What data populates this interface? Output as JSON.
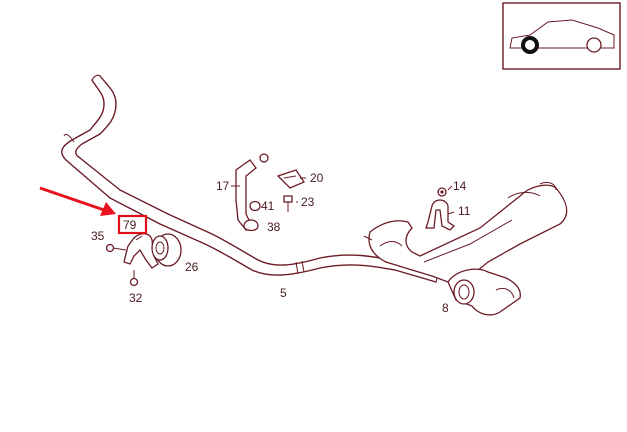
{
  "parts": {
    "p5": "5",
    "p8": "8",
    "p11": "11",
    "p14": "14",
    "p17": "17",
    "p20": "20",
    "p23": "23",
    "p26": "26",
    "p32": "32",
    "p35": "35",
    "p38": "38",
    "p41": "41",
    "p79": "79"
  },
  "highlighted_part": "79",
  "colors": {
    "line_art": "#6b1b26",
    "highlight": "#e0101a",
    "arrow": "#e8121e"
  },
  "thumbnail": {
    "icon": "car-side-icon"
  }
}
